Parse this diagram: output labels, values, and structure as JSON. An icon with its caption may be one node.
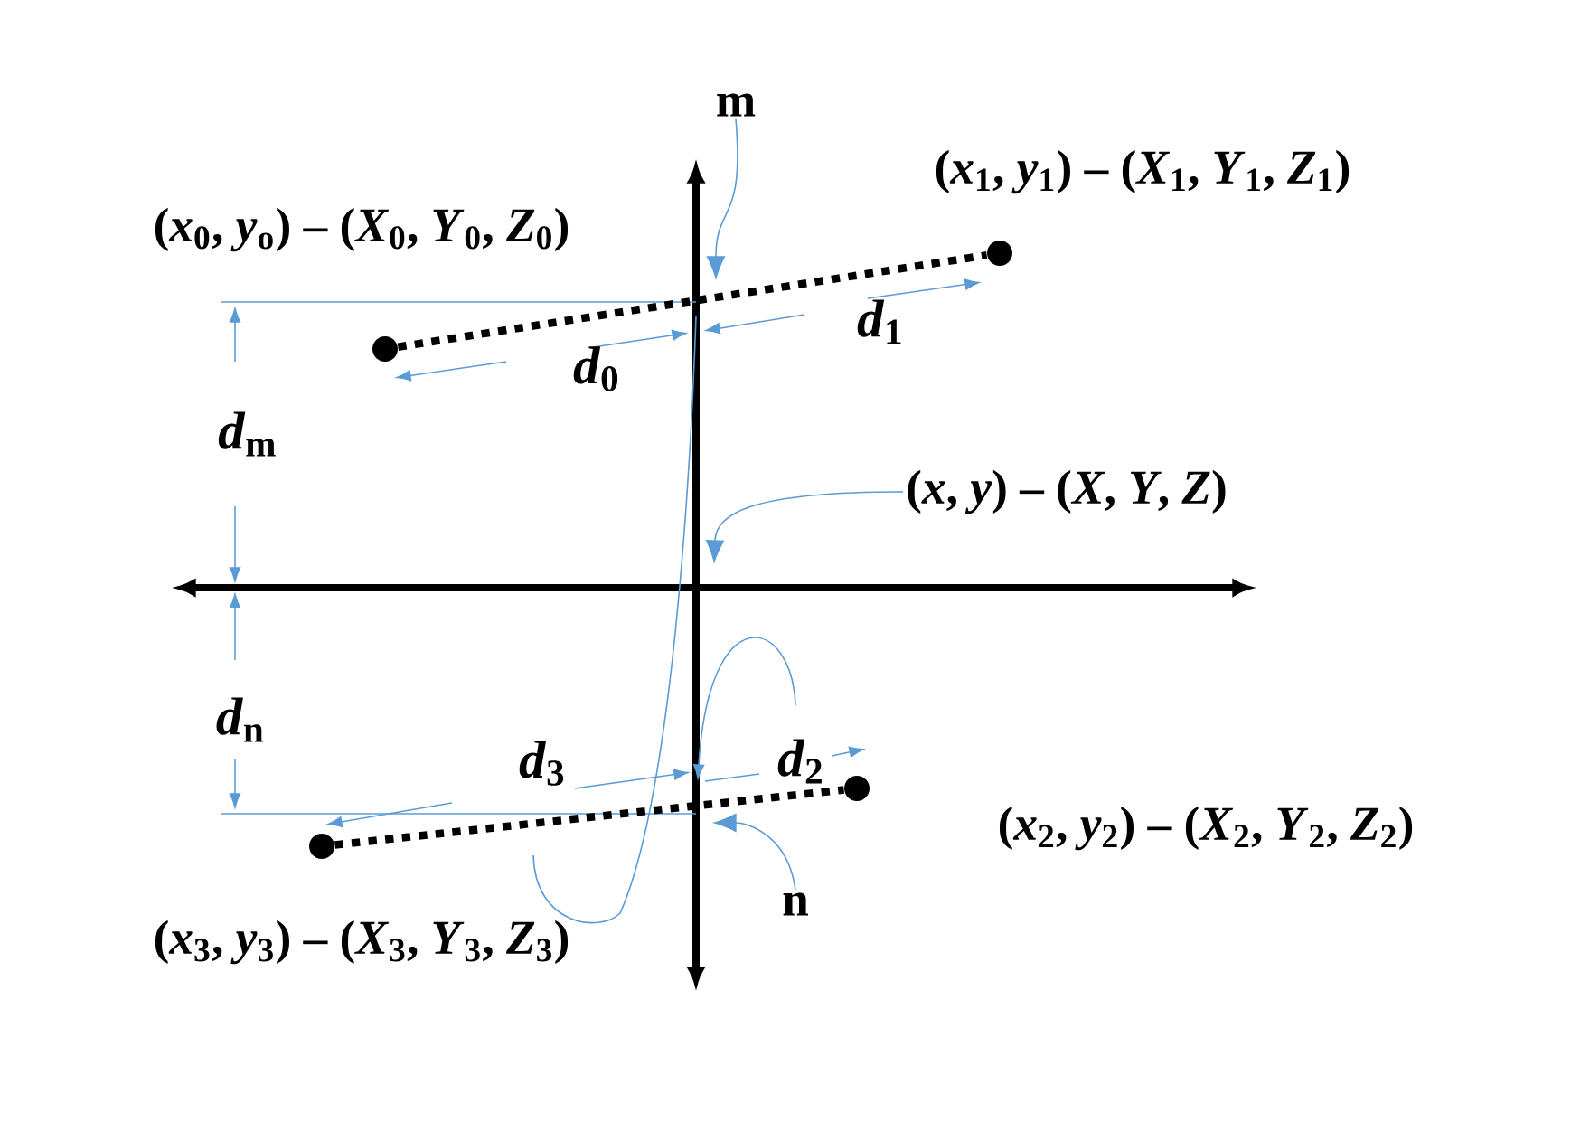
{
  "diagram": {
    "nodes": [
      {
        "text": [],
        "shape": "circle",
        "beside": [
          "(*x*$_{0}$, *y*$_{o}$) – (*X*$_{0}$, *Y*$_{0}$, *Z*$_{0}$)"
        ]
      },
      {
        "text": [],
        "shape": "circle",
        "beside": [
          "(*x*$_{1}$, *y*$_{1}$) – (*X*$_{1}$, *Y*$_{1}$, *Z*$_{1}$)"
        ]
      },
      {
        "text": [
          "m"
        ]
      },
      {
        "text": [
          "(*x*, *y*) – (*X*, *Y*, *Z*)"
        ]
      },
      {
        "text": [],
        "shape": "circle",
        "beside": [
          "(*x*$_{2}$, *y*$_{2}$) – (*X*$_{2}$, *Y*$_{2}$, *Z*$_{2}$)"
        ]
      },
      {
        "text": [],
        "shape": "circle",
        "beside": [
          "(*x*$_{3}$, *y*$_{3}$) – (*X*$_{3}$, *Y*$_{3}$, *Z*$_{3}$)"
        ]
      },
      {
        "text": [
          "n"
        ]
      }
    ],
    "edges": [
      {
        "from": 0,
        "to": 1,
        "arrow": "none",
        "style": "dashed",
        "color": "#000000"
      },
      {
        "from": 5,
        "to": 4,
        "arrow": "none",
        "style": "dashed",
        "color": "#000000"
      },
      {
        "from": 2,
        "to": null,
        "arrow": "to",
        "color": "#5b9bd5"
      },
      {
        "from": 3,
        "to": null,
        "arrow": "to",
        "color": "#5b9bd5"
      },
      {
        "from": 6,
        "to": null,
        "arrow": "to",
        "color": "#5b9bd5"
      }
    ],
    "labels": [
      "*d*$_{1}$",
      "*d*$_{0}$",
      "*d*$_{m}$",
      "*d*$_{n}$",
      "*d*$_{2}$",
      "*d*$_{3}$"
    ]
  }
}
